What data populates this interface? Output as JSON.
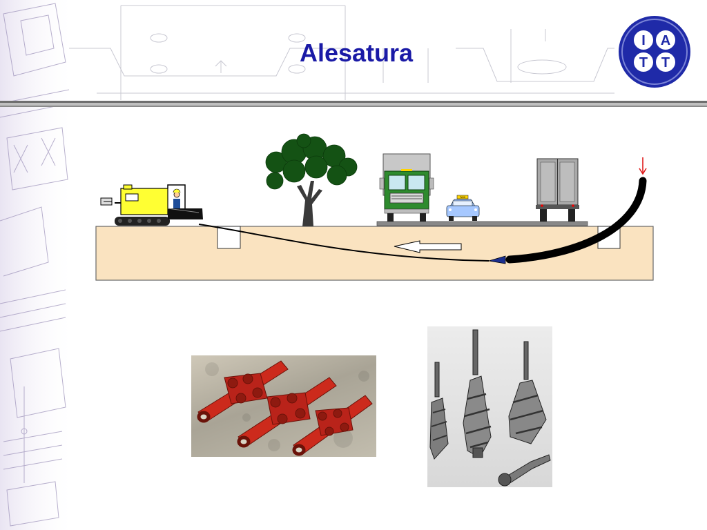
{
  "slide": {
    "title": "Alesatura",
    "logo_letters": [
      "I",
      "A",
      "T",
      "T"
    ]
  },
  "diagram": {
    "vehicle_sign": "TAXI"
  },
  "colors": {
    "title": "#1a1aa6",
    "ground": "#fae3c0",
    "rig": "#ffff33",
    "truck_cab": "#2e8b2e",
    "car": "#a6c8ff",
    "reamer_red": "#cc2a1c",
    "logo_blue": "#1f2aa8",
    "pipe": "#000000",
    "pilot_hole": "#000000"
  },
  "icons": [
    "drilling-rig-icon",
    "tree-icon",
    "truck-icon",
    "taxi-icon",
    "trailer-icon",
    "arrow-left-icon",
    "arrow-down-icon",
    "reamer-head-icon"
  ]
}
